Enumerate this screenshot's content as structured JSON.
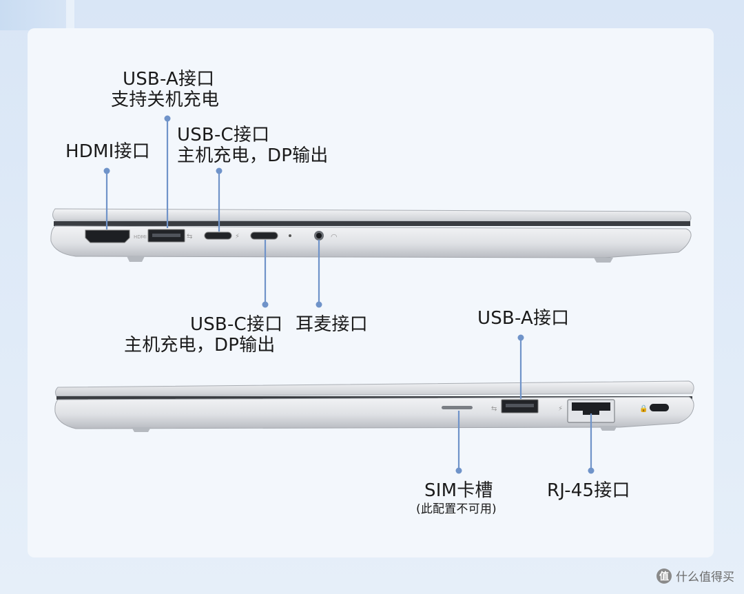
{
  "labels": {
    "hdmi": "HDMI接口",
    "usba_top_1": "USB-A接口",
    "usba_top_2": "支持关机充电",
    "usbc_top_1": "USB-C接口",
    "usbc_top_2": "主机充电，DP输出",
    "usbc_bottom_1": "USB-C接口",
    "usbc_bottom_2": "主机充电，DP输出",
    "audio": "耳麦接口",
    "usba_right": "USB-A接口",
    "sim_1": "SIM卡槽",
    "sim_2": "(此配置不可用)",
    "rj45": "RJ-45接口"
  },
  "watermark": {
    "logo_text": "值",
    "text": "什么值得买"
  },
  "colors": {
    "background": "#dde8f6",
    "card": "#f3f7fc",
    "leader_line": "#6f93c9",
    "text": "#1a1a1a"
  }
}
